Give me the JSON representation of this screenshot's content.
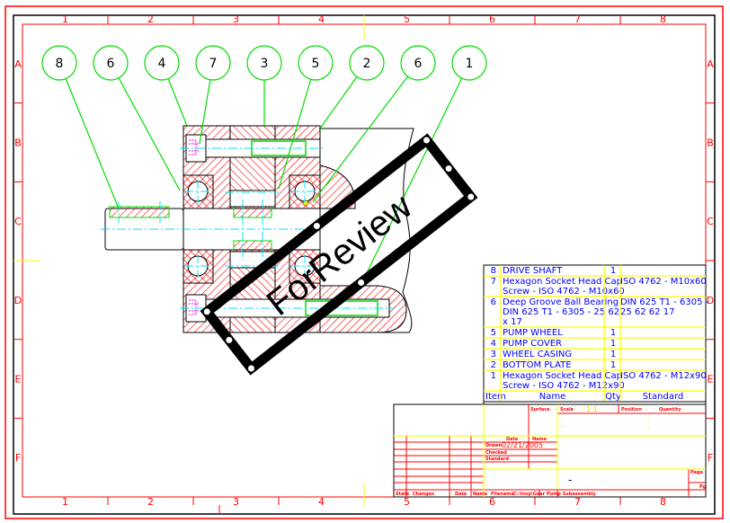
{
  "drawing": {
    "title": "Gear Pump Assembly Drawing",
    "stamp_text": "ForReview",
    "column_zones": [
      "1",
      "2",
      "3",
      "4",
      "5",
      "6",
      "7",
      "8"
    ],
    "row_zones": [
      "A",
      "B",
      "C",
      "D",
      "E",
      "F"
    ]
  },
  "balloons": [
    "8",
    "6",
    "4",
    "7",
    "3",
    "5",
    "2",
    "6",
    "1"
  ],
  "bom": {
    "headers": {
      "item": "Item",
      "name": "Name",
      "qty": "Qty",
      "standard": "Standard"
    },
    "rows": [
      {
        "item": "8",
        "name_lines": [
          "DRIVE SHAFT"
        ],
        "qty": "1",
        "standard_lines": []
      },
      {
        "item": "7",
        "name_lines": [
          "Hexagon Socket Head Cap",
          "Screw - ISO 4762 - M10x60"
        ],
        "qty": "",
        "standard_lines": [
          "ISO 4762 - M10x60"
        ]
      },
      {
        "item": "6",
        "name_lines": [
          "Deep Groove Ball Bearing",
          "DIN 625 T1 - 6305 - 25 62",
          "x 17"
        ],
        "qty": "",
        "standard_lines": [
          "DIN 625 T1 - 6305 -",
          "25 62 62 17"
        ]
      },
      {
        "item": "5",
        "name_lines": [
          "PUMP WHEEL"
        ],
        "qty": "1",
        "standard_lines": []
      },
      {
        "item": "4",
        "name_lines": [
          "PUMP COVER"
        ],
        "qty": "1",
        "standard_lines": []
      },
      {
        "item": "3",
        "name_lines": [
          "WHEEL CASING"
        ],
        "qty": "1",
        "standard_lines": []
      },
      {
        "item": "2",
        "name_lines": [
          "BOTTOM PLATE"
        ],
        "qty": "1",
        "standard_lines": []
      },
      {
        "item": "1",
        "name_lines": [
          "Hexagon Socket Head Cap",
          "Screw - ISO 4762 - M12x90"
        ],
        "qty": "",
        "standard_lines": [
          "ISO 4762 - M12x90"
        ]
      }
    ]
  },
  "title_block": {
    "surface_label": "Surface",
    "scale_label": "Scale",
    "scale_value": "1:1",
    "position_label": "Position",
    "position_value": "-",
    "quantity_label": "Quantity",
    "quantity_value": "-",
    "dash_values": [
      "-",
      "-",
      "-",
      "-"
    ],
    "date_label": "Date",
    "name_label": "Name",
    "drawn_label": "Drawn",
    "drawn_date": "02/21/2005",
    "checked_label": "Checked",
    "standard_label": "Standard",
    "drawing_name": "-",
    "page_label": "Page",
    "page_value": "-",
    "pages_label": "Pg",
    "state_label": "State",
    "changes_label": "Changes",
    "date2_label": "Date",
    "name2_label": "Name",
    "filename_label": "Filename",
    "filename_value": "C:\\Inop\\Gear Pump Subassembly"
  },
  "colors": {
    "border": "#ff0000",
    "frame": "#000000",
    "balloon": "#00dd00",
    "hatch": "#ff0000",
    "centerline": "#00e5ff",
    "bom_text": "#0000ff",
    "bom_grid": "#ffff00",
    "screw": "#ff00ff",
    "stamp": "#000000"
  }
}
